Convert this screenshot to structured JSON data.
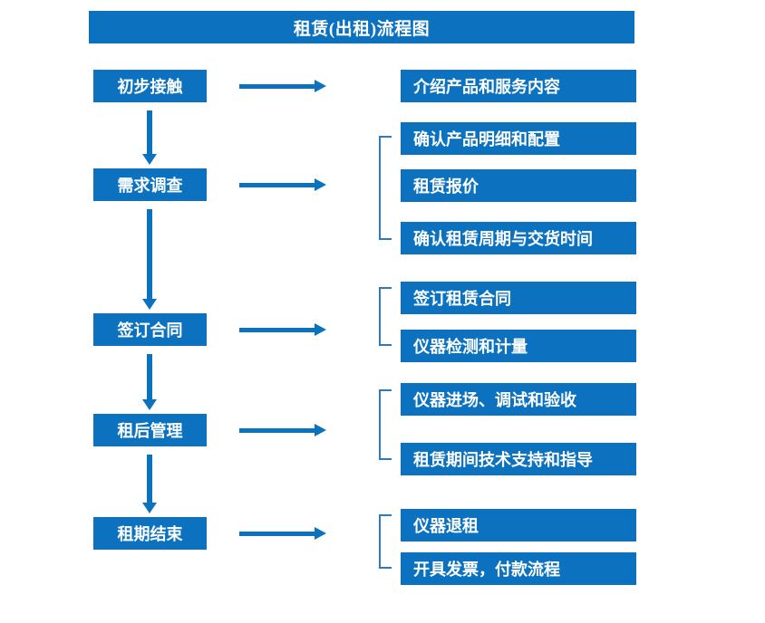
{
  "header": {
    "title": "租赁(出租)流程图"
  },
  "colors": {
    "brand_blue": "#0C72C0",
    "arrow_blue": "#0B72BE",
    "bracket_blue": "#2E7BB5",
    "text_on_brand": "#FFFFFF",
    "page_background": "#FFFFFF"
  },
  "flow": {
    "stages": [
      {
        "label": "初步接触",
        "details": [
          "介绍产品和服务内容"
        ],
        "bracketed": false
      },
      {
        "label": "需求调查",
        "details": [
          "确认产品明细和配置",
          "租赁报价",
          "确认租赁周期与交货时间"
        ],
        "bracketed": true
      },
      {
        "label": "签订合同",
        "details": [
          "签订租赁合同",
          "仪器检测和计量"
        ],
        "bracketed": true
      },
      {
        "label": "租后管理",
        "details": [
          "仪器进场、调试和验收",
          "租赁期间技术支持和指导"
        ],
        "bracketed": true
      },
      {
        "label": "租期结束",
        "details": [
          "仪器退租",
          "开具发票，付款流程"
        ],
        "bracketed": true
      }
    ],
    "connector_icon": "arrow-right-icon",
    "sequence_icon": "arrow-down-icon",
    "group_icon": "bracket-icon"
  },
  "geometry": {
    "stage_nodes_y": [
      77,
      186,
      346,
      457,
      571
    ],
    "detail_nodes_y": [
      [
        77
      ],
      [
        135,
        187,
        245
      ],
      [
        311,
        364
      ],
      [
        423,
        489
      ],
      [
        562,
        610
      ]
    ],
    "brackets": [
      null,
      [
        150,
        265
      ],
      [
        317,
        382
      ],
      [
        430,
        508
      ],
      [
        568,
        628
      ]
    ]
  }
}
